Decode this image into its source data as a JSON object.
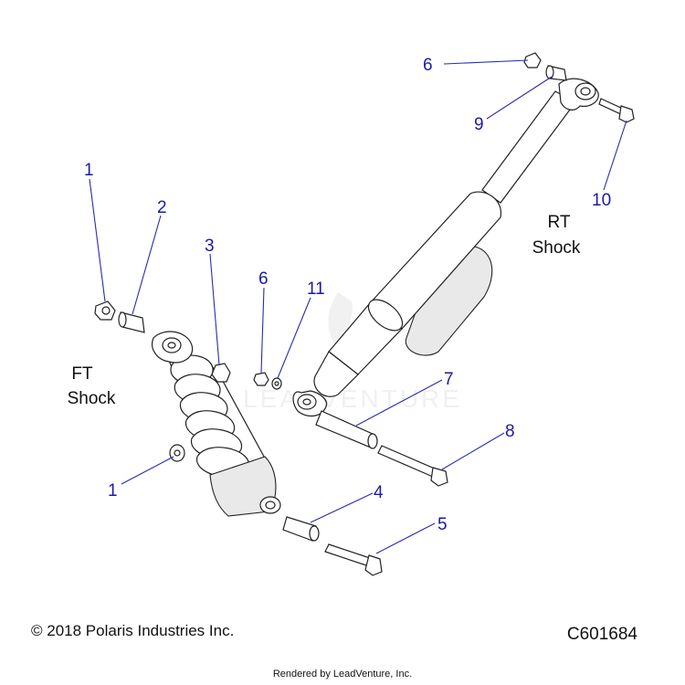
{
  "callouts": {
    "c1a": "1",
    "c2": "2",
    "c3": "3",
    "c6a": "6",
    "c11": "11",
    "c1b": "1",
    "c4": "4",
    "c5": "5",
    "c7": "7",
    "c8": "8",
    "c6b": "6",
    "c9": "9",
    "c10": "10"
  },
  "labels": {
    "ft_line1": "FT",
    "ft_line2": "Shock",
    "rt_line1": "RT",
    "rt_line2": "Shock"
  },
  "footer": {
    "copyright": "© 2018 Polaris Industries Inc.",
    "code": "C601684",
    "rendered": "Rendered by LeadVenture, Inc."
  },
  "watermark": "LEADVENTURE",
  "colors": {
    "callout": "#1a1aa6",
    "line": "#222222"
  }
}
